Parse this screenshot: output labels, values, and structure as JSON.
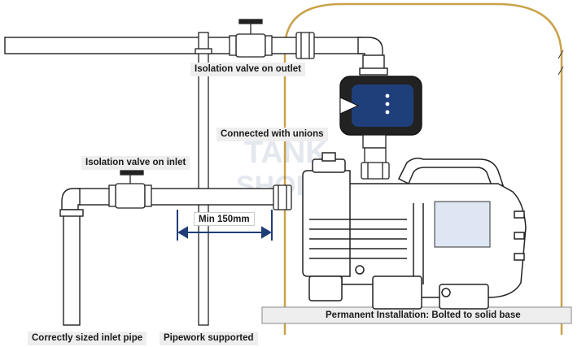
{
  "labels": {
    "outlet_valve": "Isolation valve on outlet",
    "unions": "Connected with unions",
    "inlet_valve": "Isolation valve on inlet",
    "min_distance": "Min 150mm",
    "base": "Permanent Installation: Bolted to solid base",
    "inlet_pipe": "Correctly sized inlet pipe",
    "pipework": "Pipework supported"
  },
  "colors": {
    "enclosure": "#c9a24a",
    "controller": "#1f3f7a",
    "dimension": "#1f3d77",
    "label_bg": "#eeeeee",
    "line": "#222222"
  },
  "icons": {
    "watermark": "tank-shop-watermark"
  }
}
